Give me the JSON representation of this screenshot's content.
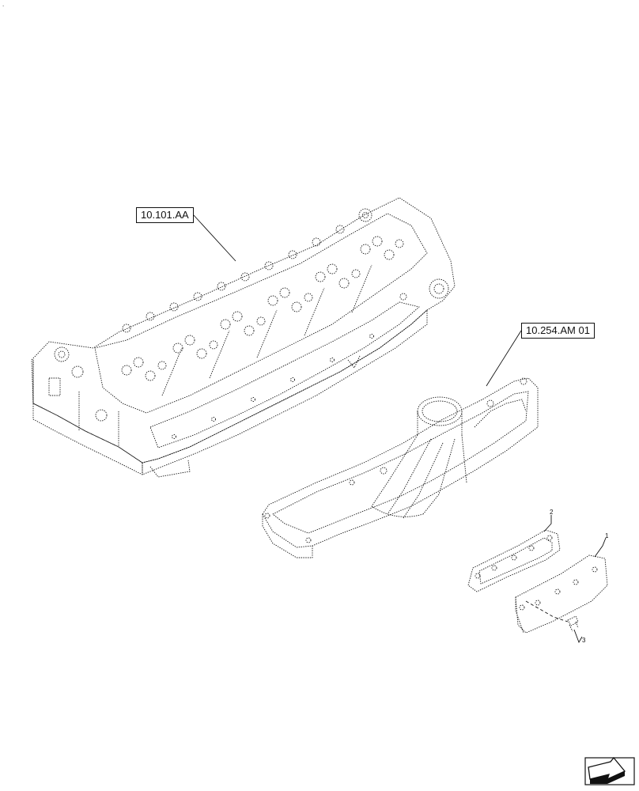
{
  "corner_mark": ".",
  "references": {
    "head": "10.101.AA",
    "manifold": "10.254.AM 01"
  },
  "callouts": {
    "item1": "1",
    "item2": "2",
    "item3": "3"
  },
  "icons": {
    "nav": "next-page-arrow-icon"
  },
  "colors": {
    "line": "#111111",
    "background": "#ffffff"
  }
}
